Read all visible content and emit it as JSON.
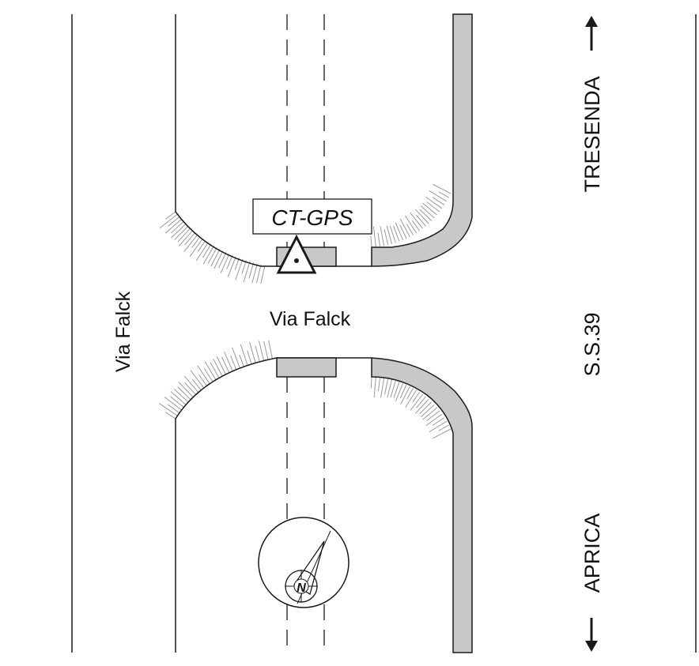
{
  "labels": {
    "via_falck_vertical": "Via Falck",
    "via_falck_horizontal": "Via Falck",
    "station_code": "CT-GPS",
    "road_code": "S.S.39",
    "direction_north": "TRESENDA",
    "direction_south": "APRICA",
    "compass_letter": "N"
  },
  "colors": {
    "line": "#1a1a1a",
    "curb_fill": "#c8c8c8",
    "hatch": "#9a9a9a",
    "background": "#ffffff"
  },
  "icons": {
    "station_marker": "triangle-with-dot-icon",
    "compass": "compass-rose-icon",
    "arrow_north": "arrow-up-icon",
    "arrow_south": "arrow-down-icon"
  }
}
